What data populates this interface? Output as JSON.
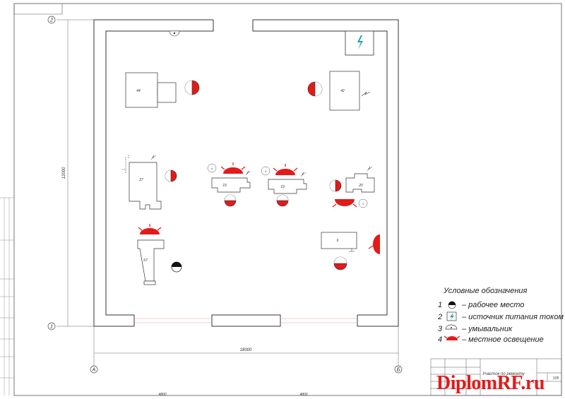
{
  "dimensions": {
    "vertical": "12000",
    "horizontal": "18000",
    "bottom_left": "4800",
    "bottom_right": "4800"
  },
  "axes": {
    "a": "2",
    "b": "1",
    "c": "А",
    "d": "Б"
  },
  "equipment": {
    "e44": "44",
    "e42": "42",
    "e27": "27",
    "e19a": "19",
    "e19b": "19",
    "e20": "20",
    "e6": "6",
    "e67": "67"
  },
  "small_marks": {
    "m1": "4",
    "m2": "4",
    "m3": "3"
  },
  "legend": {
    "title": "Условные обозначения",
    "items": [
      {
        "num": "1",
        "text": "– рабочее место"
      },
      {
        "num": "2",
        "text": "– источник питания током"
      },
      {
        "num": "3",
        "text": "– умывальник"
      },
      {
        "num": "4",
        "text": "– местное освещение"
      }
    ]
  },
  "title_block": {
    "name": "Участок по ремонту",
    "sheet": "105"
  },
  "watermark": "DiplomRF.ru",
  "colors": {
    "red": "#e31a1a",
    "line": "#333333",
    "cyan": "#1a9bb0"
  }
}
